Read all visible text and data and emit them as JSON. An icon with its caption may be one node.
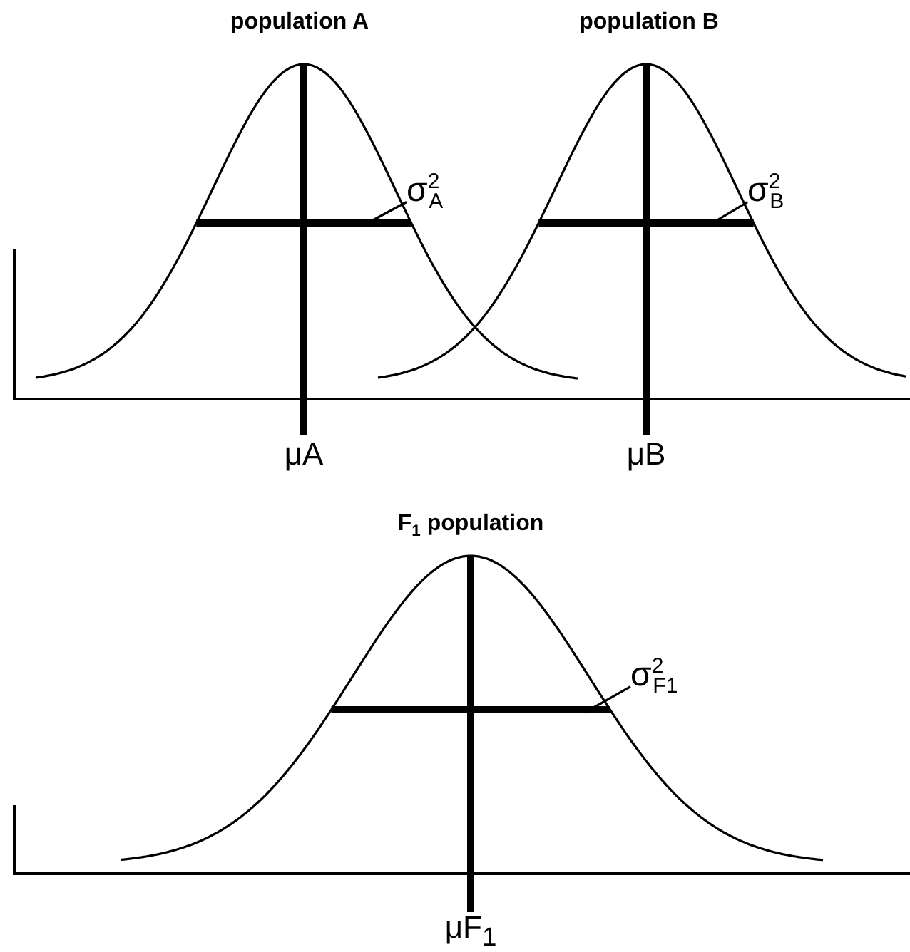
{
  "diagram": {
    "nodes": [
      {
        "text": [
          "σ$^{2}$$_{A}$"
        ]
      },
      {
        "text": [
          "σ$^{2}$$_{B}$"
        ]
      },
      {
        "text": [
          "σ$^{2}$$_{F1}$"
        ]
      }
    ],
    "edges": [
      {
        "from": 0,
        "to": null,
        "arrow": "none"
      },
      {
        "from": 1,
        "to": null,
        "arrow": "none"
      },
      {
        "from": 2,
        "to": null,
        "arrow": "none"
      }
    ],
    "labels": [
      "population A",
      "population B",
      "μA",
      "μB",
      "F$_{1}$ population",
      "μF$_{1}$"
    ]
  }
}
